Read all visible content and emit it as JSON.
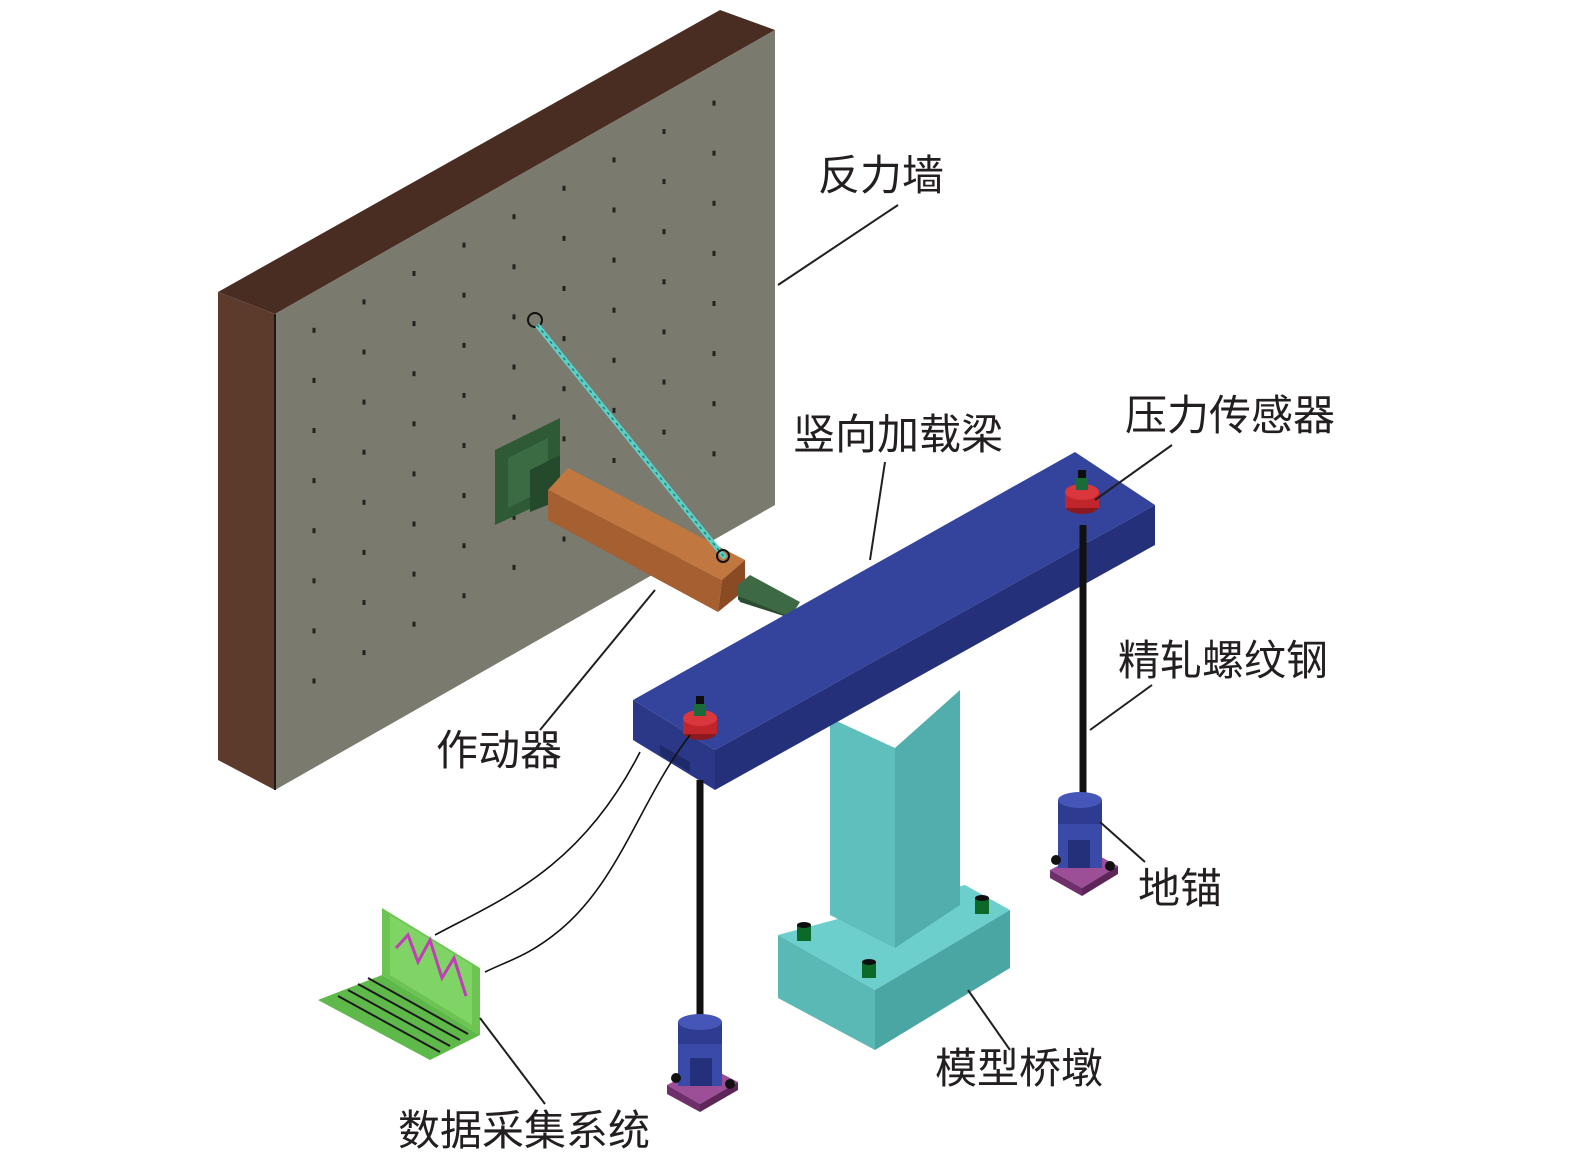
{
  "labels": {
    "reaction_wall": "反力墙",
    "vertical_loading_beam": "竖向加载梁",
    "pressure_sensor": "压力传感器",
    "threaded_steel_bar": "精轧螺纹钢",
    "actuator": "作动器",
    "ground_anchor": "地锚",
    "model_pier": "模型桥墩",
    "data_acquisition_system": "数据采集系统"
  },
  "colors": {
    "wall_face": "#7a7a6e",
    "wall_side": "#5c3a2c",
    "actuator_body": "#b0693a",
    "actuator_plate": "#2f5a36",
    "piston": "#3d6a44",
    "beam": "#2c3a8c",
    "pier": "#5fbfbd",
    "sensor": "#c0252c",
    "anchor_block": "#3a4aa8",
    "anchor_base": "#8a3e86",
    "laptop": "#6dc453",
    "cable": "#5ad1c8"
  }
}
